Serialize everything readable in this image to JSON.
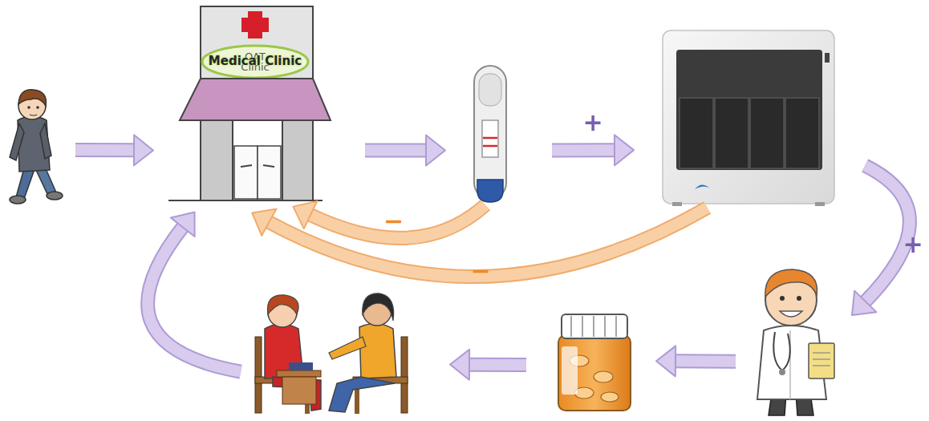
{
  "diagram": {
    "nodes": [
      {
        "text": []
      },
      {
        "text": [
          "Medical Clinic",
          "OAT Clinic"
        ]
      },
      {
        "text": []
      },
      {
        "text": []
      },
      {
        "text": []
      },
      {
        "text": []
      },
      {
        "text": []
      }
    ],
    "edges": [
      {
        "from": 0,
        "to": 1,
        "arrow": "to"
      },
      {
        "from": 1,
        "to": 2,
        "arrow": "to"
      },
      {
        "from": 2,
        "to": 3,
        "label": "+",
        "arrow": "to"
      },
      {
        "from": 3,
        "to": 4,
        "label": "+",
        "arrow": "to"
      },
      {
        "from": 4,
        "to": 5,
        "arrow": "to"
      },
      {
        "from": 5,
        "to": 6,
        "arrow": "to"
      },
      {
        "from": 6,
        "to": 1,
        "arrow": "to"
      },
      {
        "from": 2,
        "to": 1,
        "label": "−",
        "arrow": "to"
      },
      {
        "from": 3,
        "to": 1,
        "label": "−",
        "arrow": "to"
      }
    ]
  }
}
